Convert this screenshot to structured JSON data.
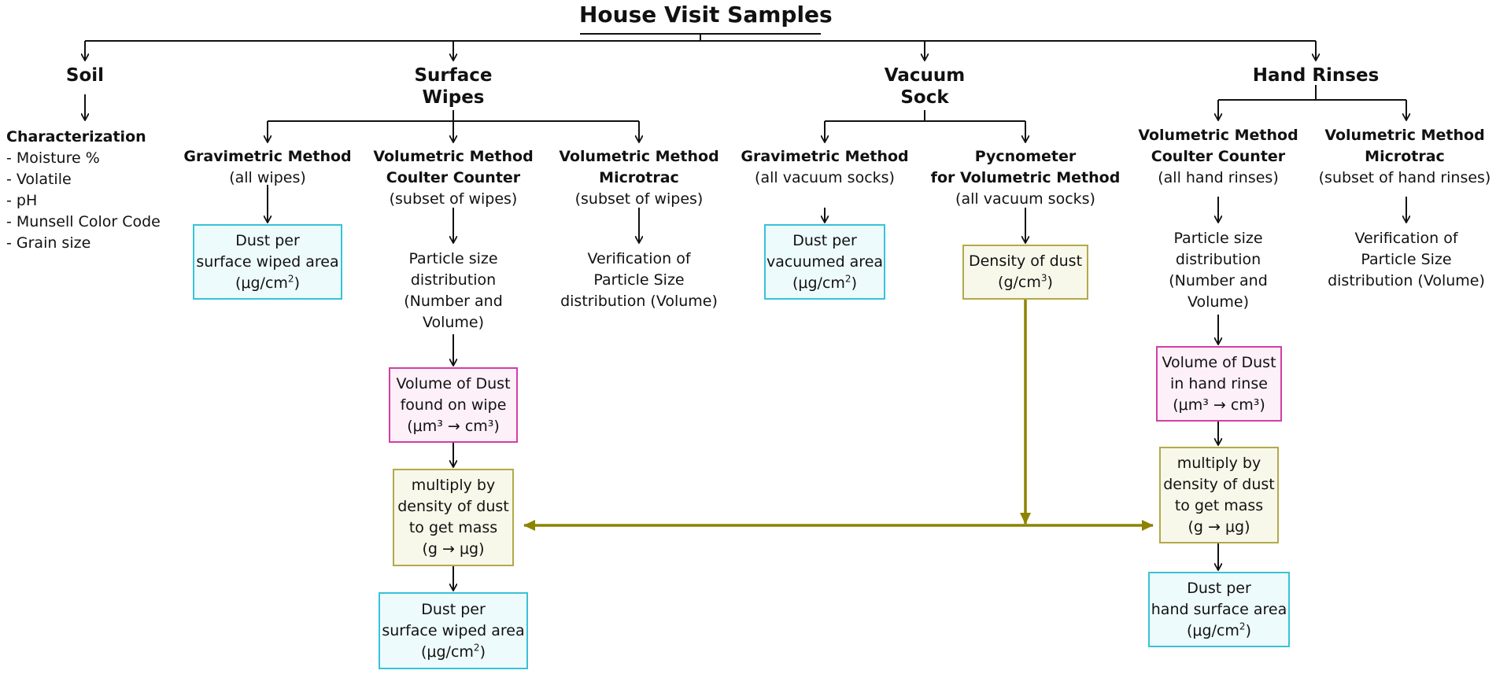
{
  "title": "House Visit Samples",
  "categories": {
    "soil": "Soil",
    "surface_wipes": [
      "Surface",
      "Wipes"
    ],
    "vacuum_sock": [
      "Vacuum",
      "Sock"
    ],
    "hand_rinses": "Hand Rinses"
  },
  "soil": {
    "heading": "Characterization",
    "items": [
      "- Moisture %",
      "- Volatile",
      "- pH",
      "- Munsell Color Code",
      "- Grain size"
    ]
  },
  "wipes": {
    "grav": {
      "title": "Gravimetric Method",
      "sub": "(all wipes)"
    },
    "grav_result": {
      "line1": "Dust per",
      "line2": "surface wiped area",
      "unit_pre": "(μg/cm",
      "unit_sup": "2",
      "unit_post": ")"
    },
    "coulter": {
      "title1": "Volumetric Method",
      "title2": "Coulter Counter",
      "sub": "(subset of wipes)"
    },
    "psd": [
      "Particle size",
      "distribution",
      "(Number and",
      "Volume)"
    ],
    "volume": [
      "Volume of Dust",
      "found on wipe",
      "(μm³ → cm³)"
    ],
    "multiply": [
      "multiply by",
      "density of dust",
      "to get mass",
      "(g → μg)"
    ],
    "final": {
      "line1": "Dust per",
      "line2": "surface wiped area",
      "unit_pre": "(μg/cm",
      "unit_sup": "2",
      "unit_post": ")"
    },
    "microtrac": {
      "title1": "Volumetric Method",
      "title2": "Microtrac",
      "sub": "(subset of wipes)"
    },
    "verify": [
      "Verification of",
      "Particle Size",
      "distribution (Volume)"
    ]
  },
  "vacuum": {
    "grav": {
      "title": "Gravimetric Method",
      "sub": "(all vacuum socks)"
    },
    "grav_result": {
      "line1": "Dust per",
      "line2": "vacuumed area",
      "unit_pre": "(μg/cm",
      "unit_sup": "2",
      "unit_post": ")"
    },
    "pyc": {
      "title1": "Pycnometer",
      "title2": "for Volumetric Method",
      "sub": "(all vacuum socks)"
    },
    "density": {
      "line1": "Density of dust",
      "unit_pre": "(g/cm",
      "unit_sup": "3",
      "unit_post": ")"
    }
  },
  "hands": {
    "coulter": {
      "title1": "Volumetric Method",
      "title2": "Coulter Counter",
      "sub": "(all hand rinses)"
    },
    "psd": [
      "Particle size",
      "distribution",
      "(Number and",
      "Volume)"
    ],
    "volume": [
      "Volume of Dust",
      "in hand rinse",
      "(μm³ → cm³)"
    ],
    "multiply": [
      "multiply by",
      "density of dust",
      "to get mass",
      "(g → μg)"
    ],
    "final": {
      "line1": "Dust per",
      "line2": "hand surface area",
      "unit_pre": "(μg/cm",
      "unit_sup": "2",
      "unit_post": ")"
    },
    "microtrac": {
      "title1": "Volumetric Method",
      "title2": "Microtrac",
      "sub": "(subset of hand rinses)"
    },
    "verify": [
      "Verification of",
      "Particle Size",
      "distribution (Volume)"
    ]
  },
  "colors": {
    "cyan_border": "#36c3d8",
    "pink_border": "#d23fa5",
    "olive_border": "#b3a94a",
    "density_arrow": "#8c8400"
  }
}
